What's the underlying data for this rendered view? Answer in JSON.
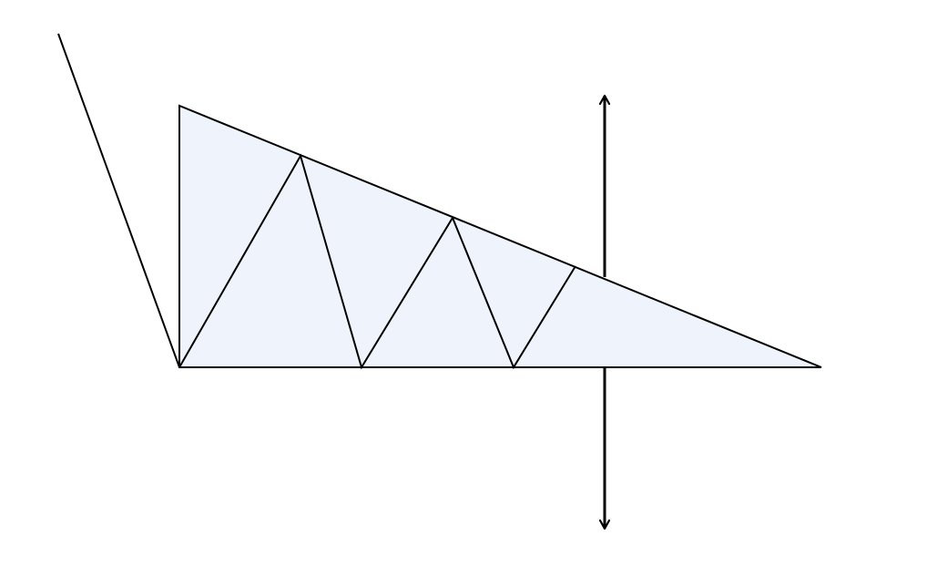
{
  "diagram": {
    "type": "descending-triangle-pattern",
    "colors": {
      "triangle_fill": "#eef3fc",
      "stroke": "#000000",
      "background": "#ffffff"
    },
    "elements": [
      "prior-downtrend-line",
      "triangle-shape",
      "price-zigzag",
      "breakout-measure-arrow"
    ]
  }
}
